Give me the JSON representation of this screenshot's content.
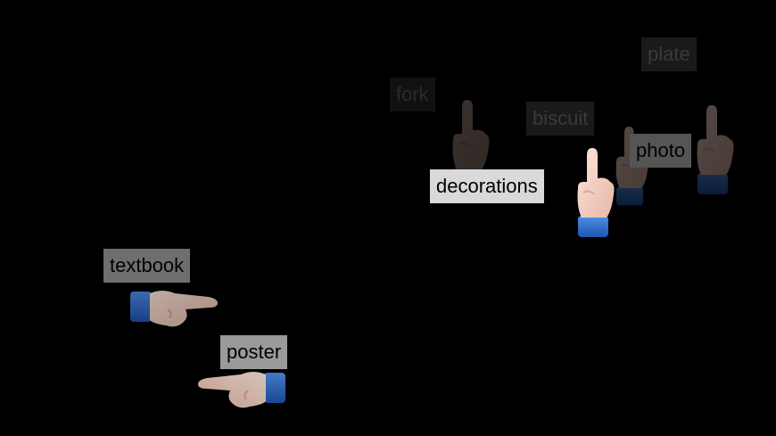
{
  "labels": {
    "plate": "plate",
    "fork": "fork",
    "biscuit": "biscuit",
    "photo": "photo",
    "decorations": "decorations",
    "textbook": "textbook",
    "poster": "poster"
  },
  "colors": {
    "background": "#000000",
    "label_bright": "#d9d9d9",
    "label_mid": "#9a9a9a",
    "skin": "#f2d3c4",
    "cuff": "#2f6fd0"
  },
  "icons": {
    "hand_up": "pointing-up-hand-icon",
    "hand_right": "pointing-right-hand-icon",
    "hand_left": "pointing-left-hand-icon"
  }
}
